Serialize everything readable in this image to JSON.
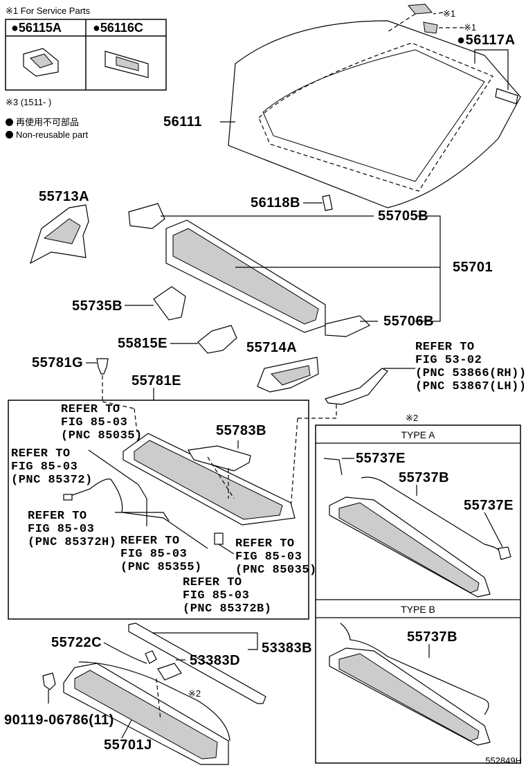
{
  "service_note": "※1 For Service Parts",
  "service_parts": [
    "●56115A",
    "●56116C"
  ],
  "note3": "※3 (1511-      )",
  "legend_jp": "再使用不可部品",
  "legend_en": "Non-reusable part",
  "labels": {
    "p56111": "56111",
    "p56117A": "●56117A",
    "p56118B": "56118B",
    "p55705B": "55705B",
    "p55701": "55701",
    "p55713A": "55713A",
    "p55735B": "55735B",
    "p55706B": "55706B",
    "p55815E": "55815E",
    "p55714A": "55714A",
    "p55781G": "55781G",
    "p55781E": "55781E",
    "p55783B": "55783B",
    "p55722C": "55722C",
    "p53383D": "53383D",
    "p53383B": "53383B",
    "p90119": "90119-06786(11)",
    "p55701J": "55701J",
    "p55737E_a": "55737E",
    "p55737B_a": "55737B",
    "p55737E_b": "55737E",
    "p55737B_b": "55737B"
  },
  "marks": {
    "m1a": "※1",
    "m1b": "※1",
    "m2a": "※2",
    "m2b": "※2"
  },
  "refs": {
    "r53": [
      "REFER TO",
      "FIG 53-02",
      "(PNC 53866(RH))",
      "(PNC 53867(LH))"
    ],
    "r85035a": [
      "REFER TO",
      "FIG 85-03",
      "(PNC 85035)"
    ],
    "r85372": [
      "REFER TO",
      "FIG 85-03",
      "(PNC 85372)"
    ],
    "r85372H": [
      "REFER TO",
      "FIG 85-03",
      "(PNC 85372H)"
    ],
    "r85355": [
      "REFER TO",
      "FIG 85-03",
      "(PNC 85355)"
    ],
    "r85035b": [
      "REFER TO",
      "FIG 85-03",
      "(PNC 85035)"
    ],
    "r85372B": [
      "REFER TO",
      "FIG 85-03",
      "(PNC 85372B)"
    ]
  },
  "type_a": "TYPE A",
  "type_b": "TYPE B",
  "drawing_no": "552849H"
}
